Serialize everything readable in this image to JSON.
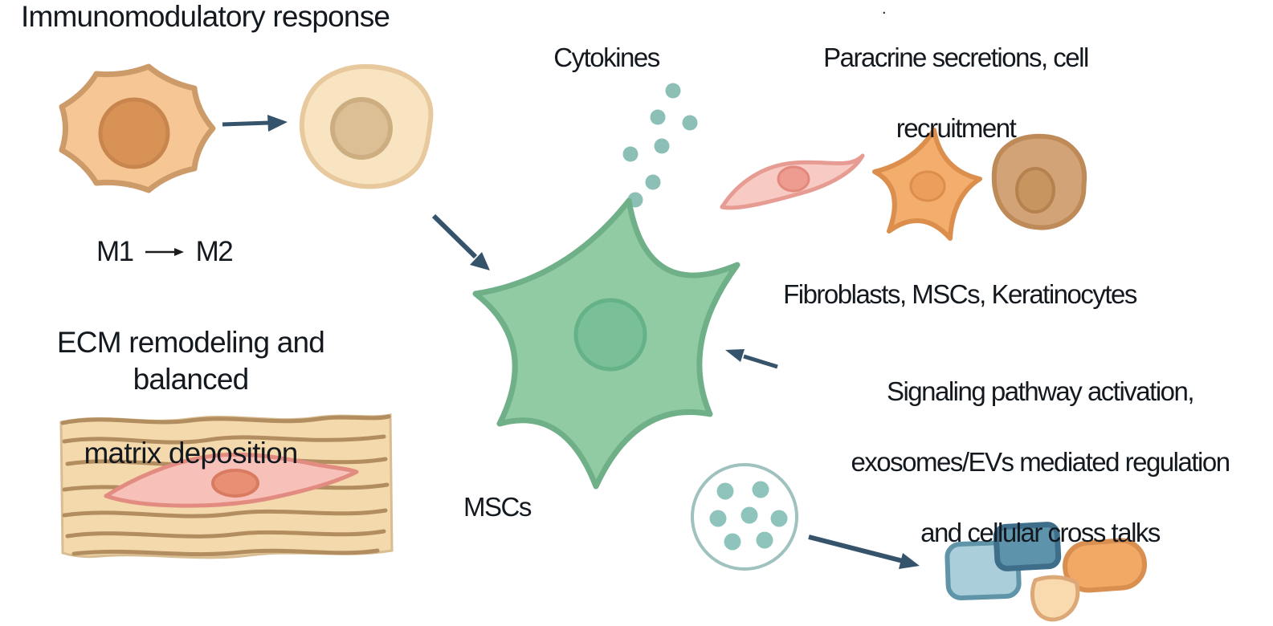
{
  "labels": {
    "immunomodulatory": "Immunomodulatory response",
    "m1": "M1",
    "m2": "M2",
    "cytokines": "Cytokines",
    "paracrine_line1": "Paracrine secretions, cell",
    "paracrine_line2": "recruitment",
    "fibroblasts": "Fibroblasts, MSCs, Keratinocytes",
    "signaling_line1": "Signaling pathway activation,",
    "signaling_line2": "exosomes/EVs mediated regulation",
    "signaling_line3": "and cellular cross talks",
    "ecm_line1": "ECM remodeling and balanced",
    "ecm_line2": "matrix deposition",
    "mscs": "MSCs",
    "stray_mark": "."
  },
  "colors": {
    "text": "#14191f",
    "arrow": "#35536b",
    "thin_arrow": "#1c1c1c",
    "m1_body": "#f6c794",
    "m1_border": "#cd9a6a",
    "m1_nucleus": "#d99256",
    "m1_nucleus_border": "#c8864e",
    "m2_body": "#f9e4c2",
    "m2_border": "#e7c99d",
    "m2_nucleus": "#dcbf95",
    "m2_nucleus_border": "#ccae81",
    "msc_body": "#90cba3",
    "msc_border": "#6fb088",
    "msc_nucleus": "#79c098",
    "msc_nucleus_border": "#65b289",
    "cytokine_dot": "#8cc0b6",
    "fibroblast_body": "#f8cac4",
    "fibroblast_border": "#e79c93",
    "fibroblast_nucleus": "#ef9c90",
    "fibroblast_nucleus_border": "#e2887d",
    "star_body": "#f3ad6c",
    "star_border": "#dc8f4c",
    "star_nucleus": "#ec9f5d",
    "round_body": "#d3a378",
    "round_border": "#be8a58",
    "round_nucleus": "#c79560",
    "round_nucleus_border": "#b5824f",
    "ecm_bg": "#f4d9ac",
    "ecm_border": "#d9bd92",
    "ecm_fiber": "#b28d60",
    "ecm_cell_body": "#f7c1b9",
    "ecm_cell_border": "#e28b80",
    "ecm_cell_nucleus": "#e88f74",
    "ecm_cell_nucleus_border": "#d97b61",
    "exosome_ring": "#9fc2be",
    "exosome_dot": "#8fc4bc",
    "rect_light_blue": "#abcfda",
    "rect_light_blue_border": "#5f94a9",
    "rect_dark_blue": "#5e93ac",
    "rect_dark_blue_border": "#3e6e8a",
    "pill_orange": "#f2a966",
    "pill_orange_border": "#d98f4f",
    "drop_peach": "#f8daae",
    "drop_peach_border": "#dca878"
  }
}
